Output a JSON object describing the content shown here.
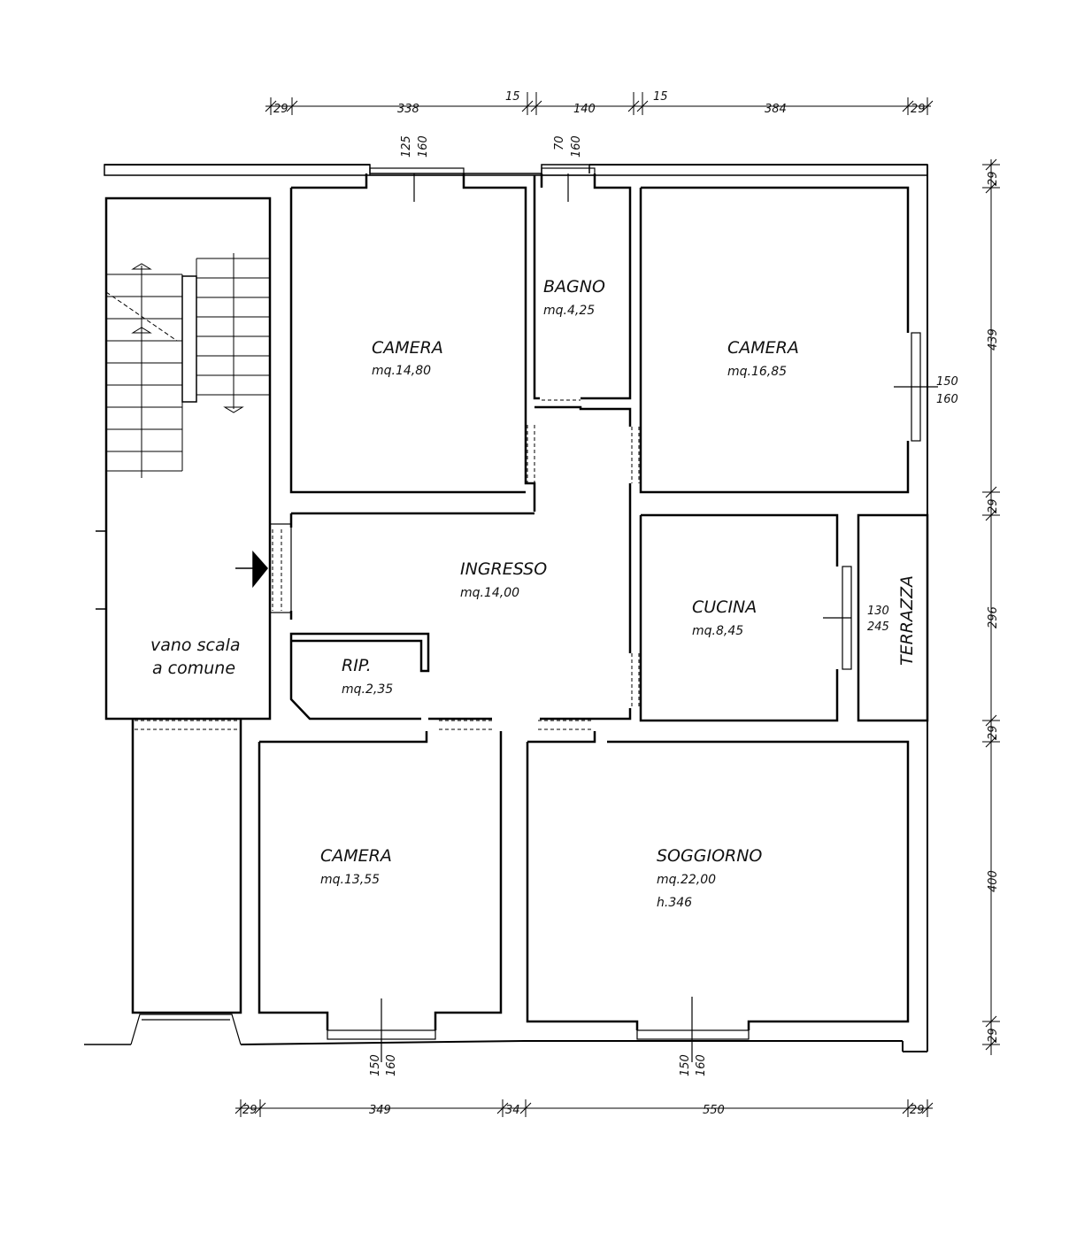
{
  "rooms": {
    "camera_nw": {
      "name": "CAMERA",
      "area": "mq.14,80"
    },
    "bagno": {
      "name": "BAGNO",
      "area": "mq.4,25"
    },
    "camera_ne": {
      "name": "CAMERA",
      "area": "mq.16,85"
    },
    "ingresso": {
      "name": "INGRESSO",
      "area": "mq.14,00"
    },
    "cucina": {
      "name": "CUCINA",
      "area": "mq.8,45"
    },
    "terrazza": {
      "name": "TERRAZZA"
    },
    "rip": {
      "name": "RIP.",
      "area": "mq.2,35"
    },
    "vano_scala": {
      "line1": "vano scala",
      "line2": "a comune"
    },
    "camera_sw": {
      "name": "CAMERA",
      "area": "mq.13,55"
    },
    "soggiorno": {
      "name": "SOGGIORNO",
      "area": "mq.22,00",
      "height": "h.346"
    }
  },
  "dims_top": [
    "29",
    "338",
    "15",
    "140",
    "15",
    "384",
    "29"
  ],
  "dims_bottom": [
    "29",
    "349",
    "34",
    "550",
    "29"
  ],
  "dims_right": [
    "29",
    "439",
    "29",
    "296",
    "29",
    "400",
    "29"
  ],
  "windows": {
    "camera_nw": [
      "125",
      "160"
    ],
    "bagno": [
      "70",
      "160"
    ],
    "camera_ne": [
      "150",
      "160"
    ],
    "cucina": [
      "130",
      "245"
    ],
    "camera_sw": [
      "150",
      "160"
    ],
    "soggiorno": [
      "150",
      "160"
    ]
  }
}
